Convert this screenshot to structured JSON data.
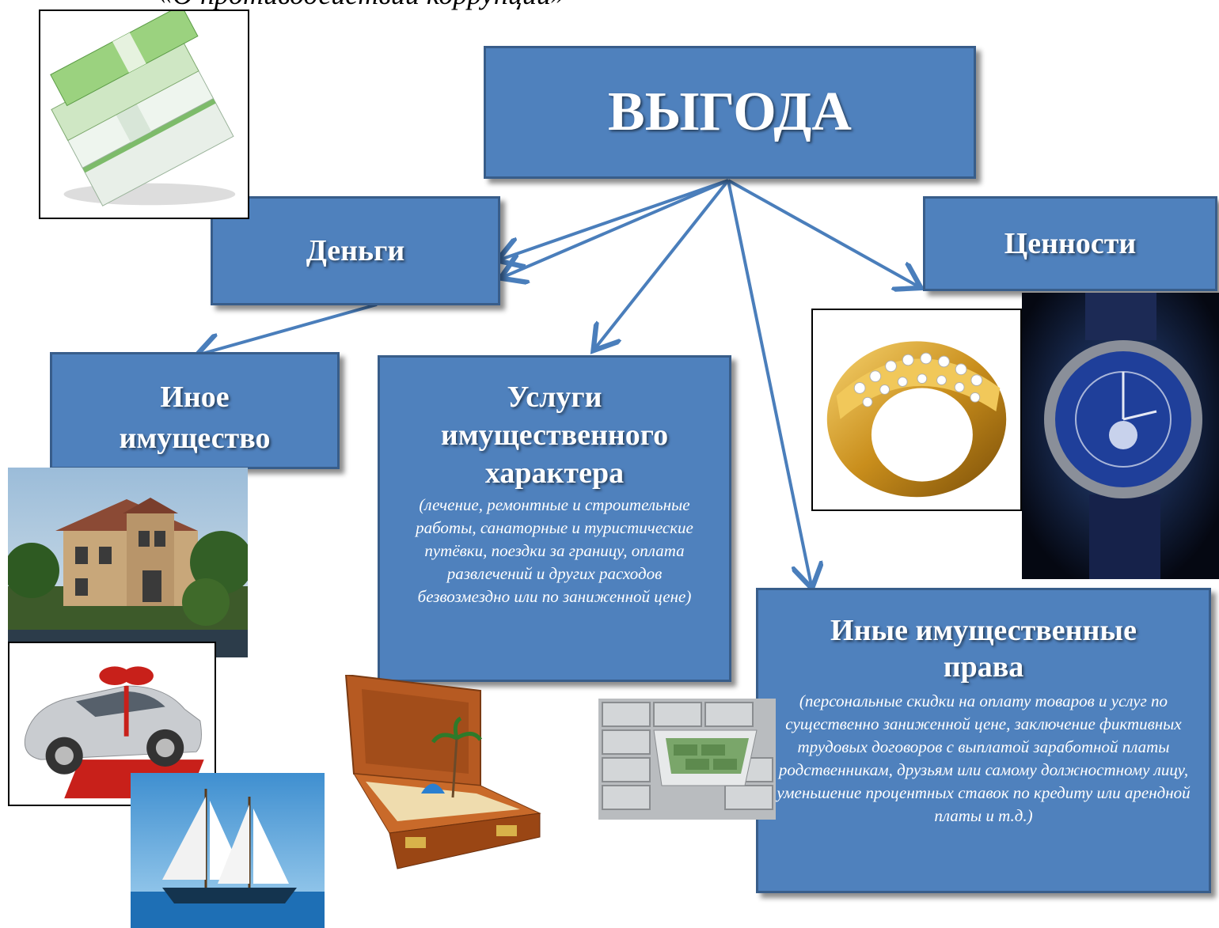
{
  "top_caption": "«О противодействии коррупции»",
  "main": {
    "title": "ВЫГОДА"
  },
  "boxes": {
    "money": {
      "title": "Деньги"
    },
    "valuables": {
      "title": "Ценности"
    },
    "property": {
      "title": "Иное имущество"
    },
    "services": {
      "title": "Услуги имущественного характера",
      "desc": "(лечение, ремонтные и строительные работы, санаторные и туристические путёвки, поездки за границу, оплата развлечений и других расходов безвозмездно или по заниженной цене)"
    },
    "rights": {
      "title": "Иные имущественные права",
      "desc": "(персональные скидки на оплату товаров и услуг по существенно заниженной цене, заключение фиктивных трудовых договоров с выплатой заработной платы родственникам, друзьям или самому должностному лицу, уменьшение процентных ставок по кредиту или арендной платы и т.д.)"
    }
  },
  "colors": {
    "box_fill": "#4f81bd",
    "box_border": "#385d8a",
    "arrow": "#4a7ebb"
  },
  "pictures": [
    "money-stack-icon",
    "villa-icon",
    "car-gift-icon",
    "sailboat-icon",
    "suitcase-beach-icon",
    "safe-drawer-icon",
    "gold-ring-icon",
    "wristwatch-icon"
  ]
}
